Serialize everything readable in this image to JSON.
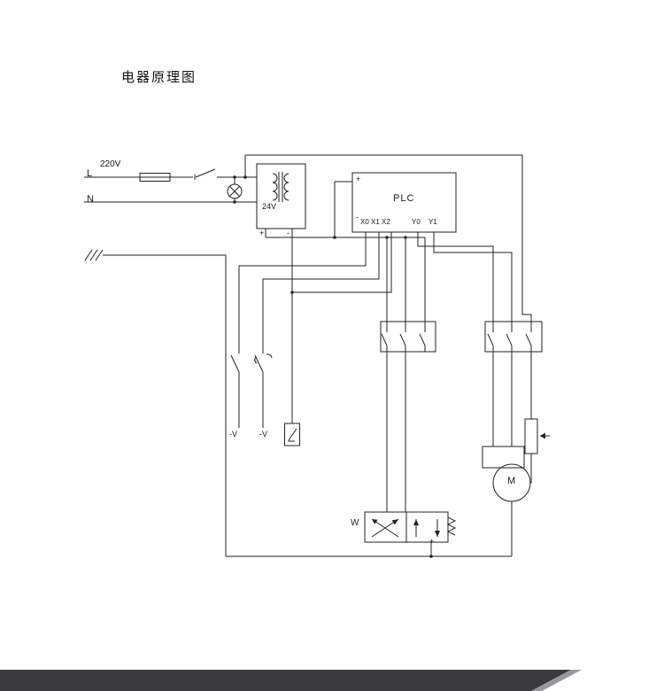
{
  "header": {
    "title": "电器原理图"
  },
  "power": {
    "l": "L",
    "voltage": "220V",
    "n": "N"
  },
  "transformer": {
    "secondary_voltage": "24V",
    "plus": "+",
    "minus": "-"
  },
  "plc": {
    "name": "PLC",
    "plus": "+",
    "minus": "-",
    "inputs": "X0 X1 X2",
    "output_y0": "Y0",
    "output_y1": "Y1"
  },
  "switches": {
    "s1_label": "-V",
    "s2_label": "-V"
  },
  "motor": {
    "label": "M"
  },
  "valve": {
    "label": "W",
    "plus": "+"
  },
  "colors": {
    "line": "#222222",
    "background": "#ffffff",
    "footer_dark": "#3a3a3c",
    "footer_gray": "#98989c"
  }
}
